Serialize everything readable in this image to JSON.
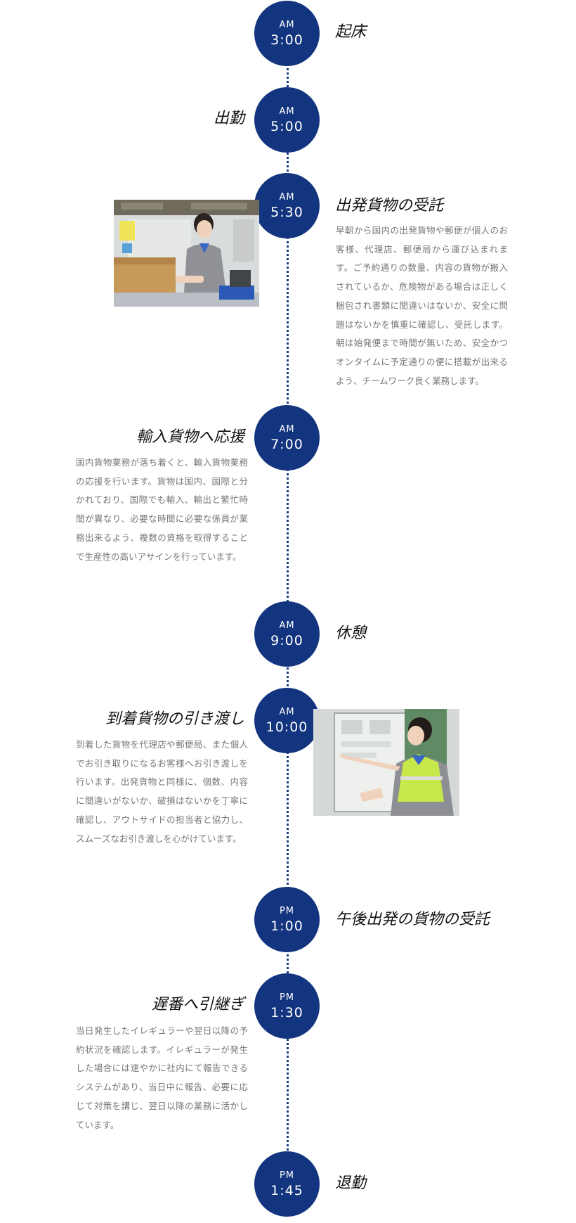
{
  "timeline": [
    {
      "ampm": "AM",
      "time": "3:00",
      "title": "起床"
    },
    {
      "ampm": "AM",
      "time": "5:00",
      "title": "出勤"
    },
    {
      "ampm": "AM",
      "time": "5:30",
      "title": "出発貨物の受託",
      "desc": "早朝から国内の出発貨物や郵便が個人のお客様、代理店、郵便局から運び込まれます。ご予約通りの数量、内容の貨物が搬入されているか、危険物がある場合は正しく梱包され書類に間違いはないか、安全に問題はないかを慎重に確認し、受託します。朝は始発便まで時間が無いため、安全かつオンタイムに予定通りの便に搭載が出来るよう、チームワーク良く業務します。"
    },
    {
      "ampm": "AM",
      "time": "7:00",
      "title": "輸入貨物へ応援",
      "desc": "国内貨物業務が落ち着くと、輸入貨物業務の応援を行います。貨物は国内、国際と分かれており、国際でも輸入、輸出と繁忙時間が異なり、必要な時間に必要な係員が業務出来るよう、複数の資格を取得することで生産性の高いアサインを行っています。"
    },
    {
      "ampm": "AM",
      "time": "9:00",
      "title": "休憩"
    },
    {
      "ampm": "AM",
      "time": "10:00",
      "title": "到着貨物の引き渡し",
      "desc": "到着した貨物を代理店や郵便局、また個人でお引き取りになるお客様へお引き渡しを行います。出発貨物と同様に、個数、内容に間違いがないか、破損はないかを丁寧に確認し、アウトサイドの担当者と協力し、スムーズなお引き渡しを心がけています。"
    },
    {
      "ampm": "PM",
      "time": "1:00",
      "title": "午後出発の貨物の受託"
    },
    {
      "ampm": "PM",
      "time": "1:30",
      "title": "遅番へ引継ぎ",
      "desc": "当日発生したイレギュラーや翌日以降の予約状況を確認します。イレギュラーが発生した場合には速やかに社内にて報告できるシステムがあり、当日中に報告、必要に応じて対策を講じ、翌日以降の業務に活かしています。"
    },
    {
      "ampm": "PM",
      "time": "1:45",
      "title": "退勤"
    }
  ]
}
